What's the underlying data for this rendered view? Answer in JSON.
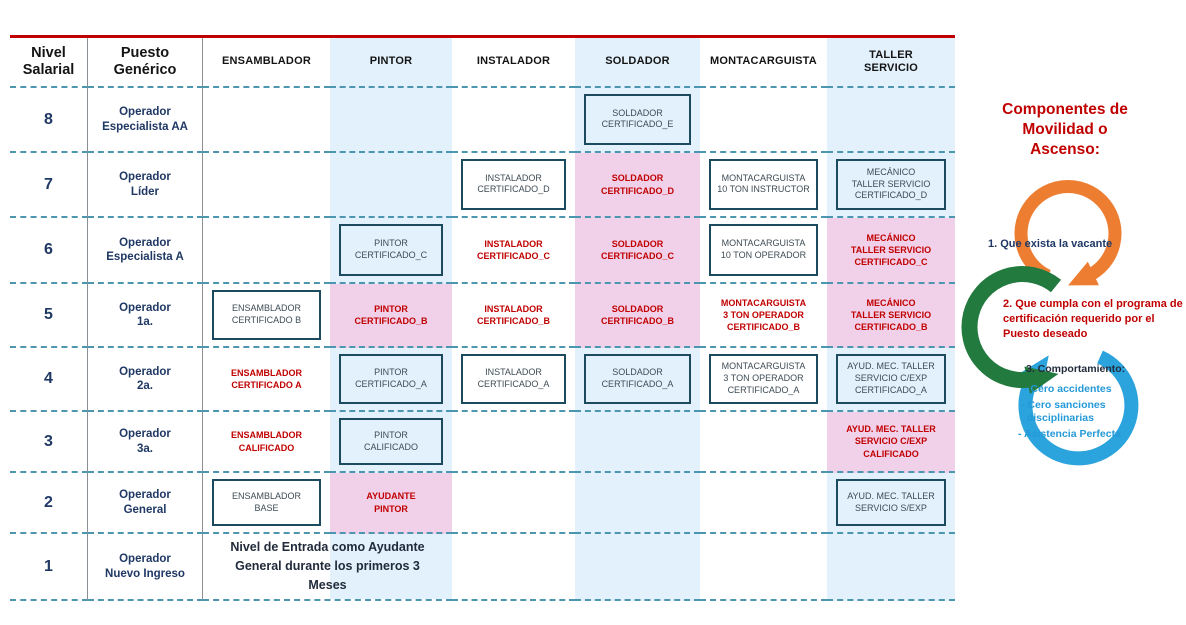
{
  "table": {
    "level_header": "Nivel\nSalarial",
    "position_header": "Puesto\nGenérico",
    "columns": [
      {
        "key": "ensamblador",
        "label": "ENSAMBLADOR",
        "striped": false
      },
      {
        "key": "pintor",
        "label": "PINTOR",
        "striped": true
      },
      {
        "key": "instalador",
        "label": "INSTALADOR",
        "striped": false
      },
      {
        "key": "soldador",
        "label": "SOLDADOR",
        "striped": true
      },
      {
        "key": "montacarguista",
        "label": "MONTACARGUISTA",
        "striped": false
      },
      {
        "key": "taller",
        "label": "TALLER\nSERVICIO",
        "striped": true
      }
    ],
    "rows": [
      {
        "level": "8",
        "position": "Operador\nEspecialista AA",
        "cells": {
          "soldador": {
            "text": "SOLDADOR\nCERTIFICADO_E",
            "style": "boxed"
          }
        }
      },
      {
        "level": "7",
        "position": "Operador\nLíder",
        "cells": {
          "instalador": {
            "text": "INSTALADOR\nCERTIFICADO_D",
            "style": "boxed"
          },
          "soldador": {
            "text": "SOLDADOR\nCERTIFICADO_D",
            "style": "pink"
          },
          "montacarguista": {
            "text": "MONTACARGUISTA\n10 TON INSTRUCTOR",
            "style": "boxed"
          },
          "taller": {
            "text": "MECÁNICO\nTALLER SERVICIO\nCERTIFICADO_D",
            "style": "boxed"
          }
        }
      },
      {
        "level": "6",
        "position": "Operador\nEspecialista A",
        "cells": {
          "pintor": {
            "text": "PINTOR\nCERTIFICADO_C",
            "style": "boxed"
          },
          "instalador": {
            "text": "INSTALADOR\nCERTIFICADO_C",
            "style": "red"
          },
          "soldador": {
            "text": "SOLDADOR\nCERTIFICADO_C",
            "style": "pink"
          },
          "montacarguista": {
            "text": "MONTACARGUISTA\n10 TON OPERADOR",
            "style": "boxed"
          },
          "taller": {
            "text": "MECÁNICO\nTALLER SERVICIO\nCERTIFICADO_C",
            "style": "pink"
          }
        }
      },
      {
        "level": "5",
        "position": "Operador\n1a.",
        "cells": {
          "ensamblador": {
            "text": "ENSAMBLADOR\nCERTIFICADO B",
            "style": "boxed"
          },
          "pintor": {
            "text": "PINTOR\nCERTIFICADO_B",
            "style": "pink"
          },
          "instalador": {
            "text": "INSTALADOR\nCERTIFICADO_B",
            "style": "red"
          },
          "soldador": {
            "text": "SOLDADOR\nCERTIFICADO_B",
            "style": "pink"
          },
          "montacarguista": {
            "text": "MONTACARGUISTA\n3 TON OPERADOR\nCERTIFICADO_B",
            "style": "red"
          },
          "taller": {
            "text": "MECÁNICO\nTALLER SERVICIO\nCERTIFICADO_B",
            "style": "pink"
          }
        }
      },
      {
        "level": "4",
        "position": "Operador\n2a.",
        "cells": {
          "ensamblador": {
            "text": "ENSAMBLADOR\nCERTIFICADO A",
            "style": "red"
          },
          "pintor": {
            "text": "PINTOR\nCERTIFICADO_A",
            "style": "boxed"
          },
          "instalador": {
            "text": "INSTALADOR\nCERTIFICADO_A",
            "style": "boxed"
          },
          "soldador": {
            "text": "SOLDADOR\nCERTIFICADO_A",
            "style": "boxed"
          },
          "montacarguista": {
            "text": "MONTACARGUISTA\n3 TON OPERADOR\nCERTIFICADO_A",
            "style": "boxed"
          },
          "taller": {
            "text": "AYUD. MEC. TALLER\nSERVICIO C/EXP\nCERTIFICADO_A",
            "style": "boxed"
          }
        }
      },
      {
        "level": "3",
        "position": "Operador\n3a.",
        "cells": {
          "ensamblador": {
            "text": "ENSAMBLADOR\nCALIFICADO",
            "style": "red"
          },
          "pintor": {
            "text": "PINTOR\nCALIFICADO",
            "style": "boxed"
          },
          "taller": {
            "text": "AYUD. MEC. TALLER\nSERVICIO C/EXP\nCALIFICADO",
            "style": "pink"
          }
        }
      },
      {
        "level": "2",
        "position": "Operador\nGeneral",
        "cells": {
          "ensamblador": {
            "text": "ENSAMBLADOR\nBASE",
            "style": "boxed"
          },
          "pintor": {
            "text": "AYUDANTE\nPINTOR",
            "style": "pink"
          },
          "taller": {
            "text": "AYUD. MEC. TALLER\nSERVICIO S/EXP",
            "style": "boxed"
          }
        }
      },
      {
        "level": "1",
        "position": "Operador\nNuevo Ingreso",
        "entry_note": "Nivel de Entrada como Ayudante\nGeneral durante los primeros 3\nMeses"
      }
    ]
  },
  "mobility": {
    "title": "Componentes de\nMovilidad o\nAscenso:",
    "step1": "1. Que exista la vacante",
    "step2": "2.  Que cumpla con el programa de\ncertificación requerido por el\nPuesto deseado",
    "step3_title": "3. Comportamiento:",
    "bullets": [
      "- Cero accidentes",
      "- Cero sanciones\n  disciplinarias",
      "- Asistencia Perfecta"
    ]
  },
  "colors": {
    "accent_red": "#C00000",
    "navy": "#1F3864",
    "pink_highlight": "#F1D0E9",
    "column_stripe": "#E2F1FB",
    "box_border": "#1C4A5E",
    "dash_line": "#4D96B0",
    "arrow_orange": "#ED7D31",
    "arrow_green": "#227A3F",
    "arrow_blue": "#2BA3DC"
  },
  "icons": {
    "orange_arrow": "circular-arrow",
    "green_arrow": "circular-arrow",
    "blue_arrow": "circular-arrow"
  }
}
